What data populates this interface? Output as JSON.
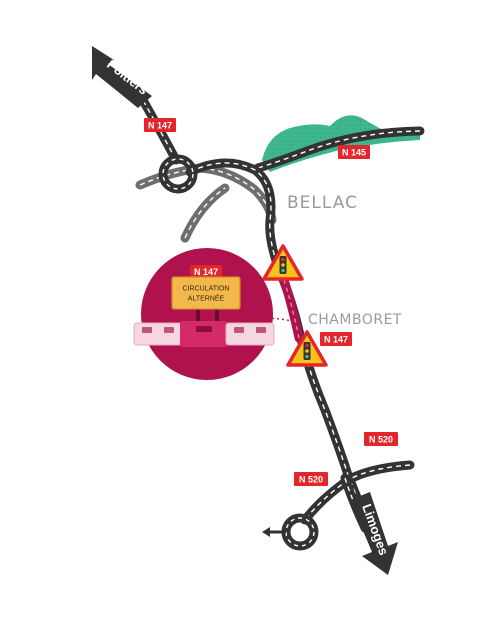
{
  "map": {
    "destinations": {
      "north": "Poitiers",
      "south": "Limoges"
    },
    "road_labels": {
      "north_route": "N 147",
      "east_route": "N 145",
      "chamboret_route": "N 147",
      "south_east": "N 520",
      "south_west": "N 520"
    },
    "towns": {
      "bellac": "BELLAC",
      "chamboret": "CHAMBORET"
    },
    "roadworks_sign": {
      "route": "N 147",
      "line1": "CIRCULATION",
      "line2": "ALTERNÉE"
    },
    "colors": {
      "road": "#333333",
      "road_dash": "#ffffff",
      "secondary_road": "#6e6e6e",
      "forest": "#3fb78d",
      "roadworks_circle": "#b0124d",
      "alert_segment": "#b0124d",
      "badge": "#e3262b",
      "sign_yellow": "#f2b84b",
      "town_text": "#9a9a9a"
    },
    "icons": [
      "traffic-light-warning-icon",
      "traffic-light-warning-icon",
      "roundabout-icon",
      "barrier-icon"
    ]
  }
}
